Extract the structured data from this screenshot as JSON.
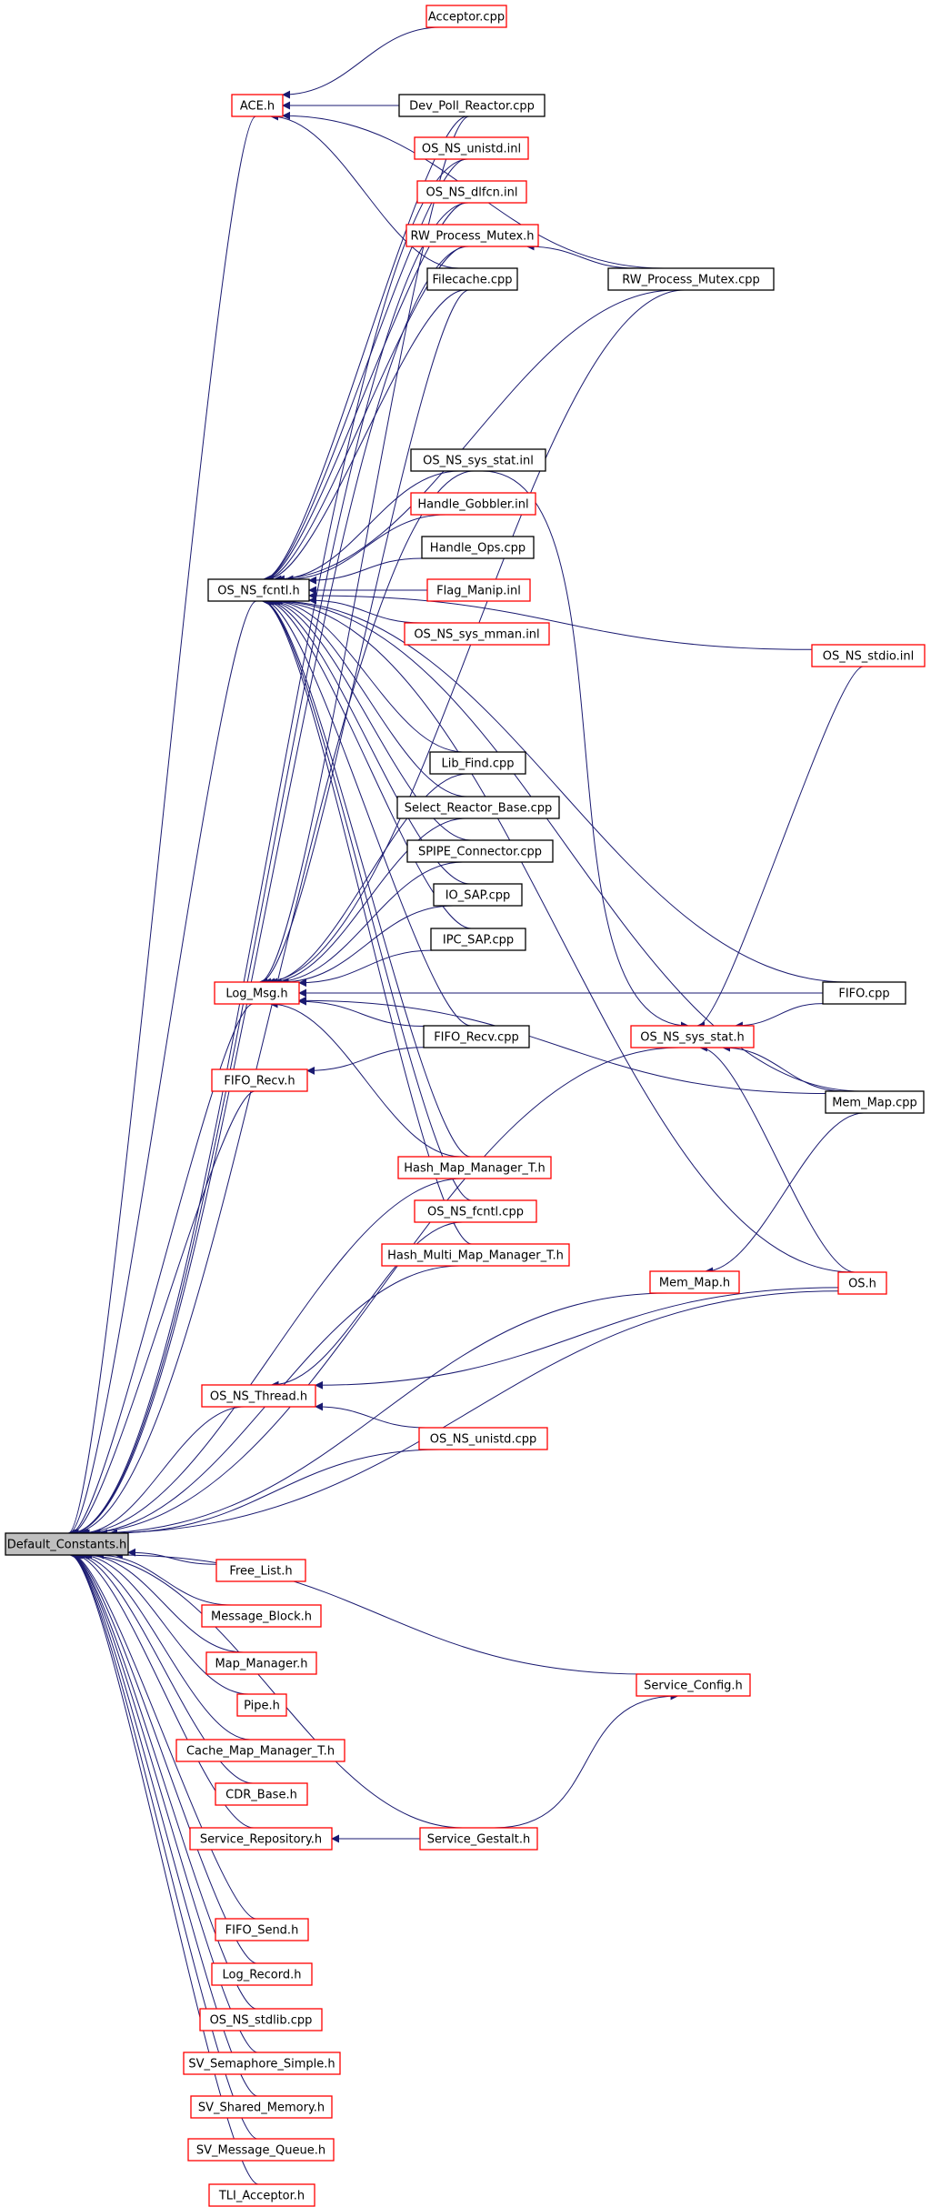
{
  "colors": {
    "edge": "#191970",
    "red_border": "#ff0000",
    "black_border": "#000000",
    "root_fill": "#bfbfbf"
  },
  "nodes": [
    {
      "id": "acceptor_cpp",
      "label": "Acceptor.cpp",
      "border": "red"
    },
    {
      "id": "ace_h",
      "label": "ACE.h",
      "border": "red"
    },
    {
      "id": "dev_poll_reactor_cpp",
      "label": "Dev_Poll_Reactor.cpp",
      "border": "black"
    },
    {
      "id": "os_ns_unistd_inl",
      "label": "OS_NS_unistd.inl",
      "border": "red"
    },
    {
      "id": "os_ns_dlfcn_inl",
      "label": "OS_NS_dlfcn.inl",
      "border": "red"
    },
    {
      "id": "rw_process_mutex_h",
      "label": "RW_Process_Mutex.h",
      "border": "red"
    },
    {
      "id": "filecache_cpp",
      "label": "Filecache.cpp",
      "border": "black"
    },
    {
      "id": "rw_process_mutex_cpp",
      "label": "RW_Process_Mutex.cpp",
      "border": "black"
    },
    {
      "id": "os_ns_sys_stat_inl",
      "label": "OS_NS_sys_stat.inl",
      "border": "black"
    },
    {
      "id": "handle_gobbler_inl",
      "label": "Handle_Gobbler.inl",
      "border": "red"
    },
    {
      "id": "handle_ops_cpp",
      "label": "Handle_Ops.cpp",
      "border": "black"
    },
    {
      "id": "os_ns_fcntl_h",
      "label": "OS_NS_fcntl.h",
      "border": "black"
    },
    {
      "id": "flag_manip_inl",
      "label": "Flag_Manip.inl",
      "border": "red"
    },
    {
      "id": "os_ns_sys_mman_inl",
      "label": "OS_NS_sys_mman.inl",
      "border": "red"
    },
    {
      "id": "os_ns_stdio_inl",
      "label": "OS_NS_stdio.inl",
      "border": "red"
    },
    {
      "id": "lib_find_cpp",
      "label": "Lib_Find.cpp",
      "border": "black"
    },
    {
      "id": "select_reactor_base_cpp",
      "label": "Select_Reactor_Base.cpp",
      "border": "black"
    },
    {
      "id": "spipe_connector_cpp",
      "label": "SPIPE_Connector.cpp",
      "border": "black"
    },
    {
      "id": "io_sap_cpp",
      "label": "IO_SAP.cpp",
      "border": "black"
    },
    {
      "id": "ipc_sap_cpp",
      "label": "IPC_SAP.cpp",
      "border": "black"
    },
    {
      "id": "log_msg_h",
      "label": "Log_Msg.h",
      "border": "red"
    },
    {
      "id": "fifo_cpp",
      "label": "FIFO.cpp",
      "border": "black"
    },
    {
      "id": "fifo_recv_cpp",
      "label": "FIFO_Recv.cpp",
      "border": "black"
    },
    {
      "id": "os_ns_sys_stat_h",
      "label": "OS_NS_sys_stat.h",
      "border": "red"
    },
    {
      "id": "fifo_recv_h",
      "label": "FIFO_Recv.h",
      "border": "red"
    },
    {
      "id": "mem_map_cpp",
      "label": "Mem_Map.cpp",
      "border": "black"
    },
    {
      "id": "hash_map_manager_t_h",
      "label": "Hash_Map_Manager_T.h",
      "border": "red"
    },
    {
      "id": "os_ns_fcntl_cpp",
      "label": "OS_NS_fcntl.cpp",
      "border": "red"
    },
    {
      "id": "hash_multi_map_manager_t_h",
      "label": "Hash_Multi_Map_Manager_T.h",
      "border": "red"
    },
    {
      "id": "mem_map_h",
      "label": "Mem_Map.h",
      "border": "red"
    },
    {
      "id": "os_h",
      "label": "OS.h",
      "border": "red"
    },
    {
      "id": "os_ns_thread_h",
      "label": "OS_NS_Thread.h",
      "border": "red"
    },
    {
      "id": "os_ns_unistd_cpp",
      "label": "OS_NS_unistd.cpp",
      "border": "red"
    },
    {
      "id": "default_constants_h",
      "label": "Default_Constants.h",
      "border": "root"
    },
    {
      "id": "free_list_h",
      "label": "Free_List.h",
      "border": "red"
    },
    {
      "id": "message_block_h",
      "label": "Message_Block.h",
      "border": "red"
    },
    {
      "id": "map_manager_h",
      "label": "Map_Manager.h",
      "border": "red"
    },
    {
      "id": "service_config_h",
      "label": "Service_Config.h",
      "border": "red"
    },
    {
      "id": "pipe_h",
      "label": "Pipe.h",
      "border": "red"
    },
    {
      "id": "cache_map_manager_t_h",
      "label": "Cache_Map_Manager_T.h",
      "border": "red"
    },
    {
      "id": "cdr_base_h",
      "label": "CDR_Base.h",
      "border": "red"
    },
    {
      "id": "service_repository_h",
      "label": "Service_Repository.h",
      "border": "red"
    },
    {
      "id": "service_gestalt_h",
      "label": "Service_Gestalt.h",
      "border": "red"
    },
    {
      "id": "fifo_send_h",
      "label": "FIFO_Send.h",
      "border": "red"
    },
    {
      "id": "log_record_h",
      "label": "Log_Record.h",
      "border": "red"
    },
    {
      "id": "os_ns_stdlib_cpp",
      "label": "OS_NS_stdlib.cpp",
      "border": "red"
    },
    {
      "id": "sv_semaphore_simple_h",
      "label": "SV_Semaphore_Simple.h",
      "border": "red"
    },
    {
      "id": "sv_shared_memory_h",
      "label": "SV_Shared_Memory.h",
      "border": "red"
    },
    {
      "id": "sv_message_queue_h",
      "label": "SV_Message_Queue.h",
      "border": "red"
    },
    {
      "id": "tli_acceptor_h",
      "label": "TLI_Acceptor.h",
      "border": "red"
    }
  ],
  "edges": [
    [
      "acceptor_cpp",
      "ace_h"
    ],
    [
      "dev_poll_reactor_cpp",
      "ace_h"
    ],
    [
      "filecache_cpp",
      "ace_h"
    ],
    [
      "rw_process_mutex_cpp",
      "ace_h"
    ],
    [
      "rw_process_mutex_cpp",
      "rw_process_mutex_h"
    ],
    [
      "dev_poll_reactor_cpp",
      "os_ns_fcntl_h"
    ],
    [
      "os_ns_unistd_inl",
      "os_ns_fcntl_h"
    ],
    [
      "os_ns_dlfcn_inl",
      "os_ns_fcntl_h"
    ],
    [
      "rw_process_mutex_h",
      "os_ns_fcntl_h"
    ],
    [
      "filecache_cpp",
      "os_ns_fcntl_h"
    ],
    [
      "rw_process_mutex_cpp",
      "os_ns_fcntl_h"
    ],
    [
      "os_ns_stdio_inl",
      "os_ns_fcntl_h"
    ],
    [
      "os_ns_sys_stat_inl",
      "os_ns_fcntl_h"
    ],
    [
      "handle_gobbler_inl",
      "os_ns_fcntl_h"
    ],
    [
      "handle_ops_cpp",
      "os_ns_fcntl_h"
    ],
    [
      "flag_manip_inl",
      "os_ns_fcntl_h"
    ],
    [
      "os_ns_sys_mman_inl",
      "os_ns_fcntl_h"
    ],
    [
      "fifo_cpp",
      "os_ns_fcntl_h"
    ],
    [
      "lib_find_cpp",
      "os_ns_fcntl_h"
    ],
    [
      "select_reactor_base_cpp",
      "os_ns_fcntl_h"
    ],
    [
      "spipe_connector_cpp",
      "os_ns_fcntl_h"
    ],
    [
      "io_sap_cpp",
      "os_ns_fcntl_h"
    ],
    [
      "ipc_sap_cpp",
      "os_ns_fcntl_h"
    ],
    [
      "fifo_recv_cpp",
      "os_ns_fcntl_h"
    ],
    [
      "mem_map_cpp",
      "os_ns_fcntl_h"
    ],
    [
      "hash_map_manager_t_h",
      "os_ns_fcntl_h"
    ],
    [
      "os_ns_fcntl_cpp",
      "os_ns_fcntl_h"
    ],
    [
      "hash_multi_map_manager_t_h",
      "os_ns_fcntl_h"
    ],
    [
      "os_h",
      "os_ns_fcntl_h"
    ],
    [
      "os_ns_sys_stat_inl",
      "os_ns_sys_stat_h"
    ],
    [
      "fifo_cpp",
      "os_ns_sys_stat_h"
    ],
    [
      "mem_map_cpp",
      "os_ns_sys_stat_h"
    ],
    [
      "os_h",
      "os_ns_sys_stat_h"
    ],
    [
      "os_ns_stdio_inl",
      "os_ns_sys_stat_h"
    ],
    [
      "dev_poll_reactor_cpp",
      "log_msg_h"
    ],
    [
      "filecache_cpp",
      "log_msg_h"
    ],
    [
      "lib_find_cpp",
      "log_msg_h"
    ],
    [
      "select_reactor_base_cpp",
      "log_msg_h"
    ],
    [
      "spipe_connector_cpp",
      "log_msg_h"
    ],
    [
      "io_sap_cpp",
      "log_msg_h"
    ],
    [
      "ipc_sap_cpp",
      "log_msg_h"
    ],
    [
      "fifo_recv_cpp",
      "log_msg_h"
    ],
    [
      "fifo_cpp",
      "log_msg_h"
    ],
    [
      "mem_map_cpp",
      "log_msg_h"
    ],
    [
      "hash_map_manager_t_h",
      "log_msg_h"
    ],
    [
      "rw_process_mutex_cpp",
      "log_msg_h"
    ],
    [
      "fifo_recv_cpp",
      "fifo_recv_h"
    ],
    [
      "mem_map_cpp",
      "mem_map_h"
    ],
    [
      "os_ns_fcntl_cpp",
      "os_ns_thread_h"
    ],
    [
      "os_ns_unistd_cpp",
      "os_ns_thread_h"
    ],
    [
      "os_h",
      "os_ns_thread_h"
    ],
    [
      "service_gestalt_h",
      "service_repository_h"
    ],
    [
      "service_gestalt_h",
      "service_config_h"
    ],
    [
      "ace_h",
      "default_constants_h"
    ],
    [
      "os_ns_unistd_inl",
      "default_constants_h"
    ],
    [
      "os_ns_dlfcn_inl",
      "default_constants_h"
    ],
    [
      "rw_process_mutex_h",
      "default_constants_h"
    ],
    [
      "os_ns_sys_stat_inl",
      "default_constants_h"
    ],
    [
      "os_ns_fcntl_h",
      "default_constants_h"
    ],
    [
      "log_msg_h",
      "default_constants_h"
    ],
    [
      "fifo_recv_h",
      "default_constants_h"
    ],
    [
      "hash_map_manager_t_h",
      "default_constants_h"
    ],
    [
      "hash_multi_map_manager_t_h",
      "default_constants_h"
    ],
    [
      "os_ns_sys_stat_h",
      "default_constants_h"
    ],
    [
      "mem_map_h",
      "default_constants_h"
    ],
    [
      "os_ns_thread_h",
      "default_constants_h"
    ],
    [
      "os_ns_unistd_cpp",
      "default_constants_h"
    ],
    [
      "os_h",
      "default_constants_h"
    ],
    [
      "free_list_h",
      "default_constants_h"
    ],
    [
      "message_block_h",
      "default_constants_h"
    ],
    [
      "map_manager_h",
      "default_constants_h"
    ],
    [
      "service_config_h",
      "default_constants_h"
    ],
    [
      "pipe_h",
      "default_constants_h"
    ],
    [
      "cache_map_manager_t_h",
      "default_constants_h"
    ],
    [
      "cdr_base_h",
      "default_constants_h"
    ],
    [
      "service_repository_h",
      "default_constants_h"
    ],
    [
      "service_gestalt_h",
      "default_constants_h"
    ],
    [
      "fifo_send_h",
      "default_constants_h"
    ],
    [
      "log_record_h",
      "default_constants_h"
    ],
    [
      "os_ns_stdlib_cpp",
      "default_constants_h"
    ],
    [
      "sv_semaphore_simple_h",
      "default_constants_h"
    ],
    [
      "sv_shared_memory_h",
      "default_constants_h"
    ],
    [
      "sv_message_queue_h",
      "default_constants_h"
    ],
    [
      "tli_acceptor_h",
      "default_constants_h"
    ]
  ]
}
